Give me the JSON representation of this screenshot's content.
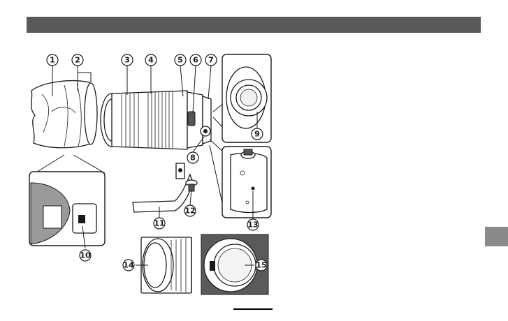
{
  "header": {
    "color": "#595959"
  },
  "side_tab": {
    "color": "#8a8a8a"
  },
  "callouts": [
    {
      "id": "1",
      "label": "①"
    },
    {
      "id": "2",
      "label": "②"
    },
    {
      "id": "3",
      "label": "③"
    },
    {
      "id": "4",
      "label": "④"
    },
    {
      "id": "5",
      "label": "⑤"
    },
    {
      "id": "6",
      "label": "⑥"
    },
    {
      "id": "7",
      "label": "⑦"
    },
    {
      "id": "8",
      "label": "⑧"
    },
    {
      "id": "9",
      "label": "⑨"
    },
    {
      "id": "10",
      "label": "⑩"
    },
    {
      "id": "11",
      "label": "⑪"
    },
    {
      "id": "12",
      "label": "⑫"
    },
    {
      "id": "13",
      "label": "⑬"
    },
    {
      "id": "14",
      "label": "⑭"
    },
    {
      "id": "15",
      "label": "⑮"
    }
  ]
}
